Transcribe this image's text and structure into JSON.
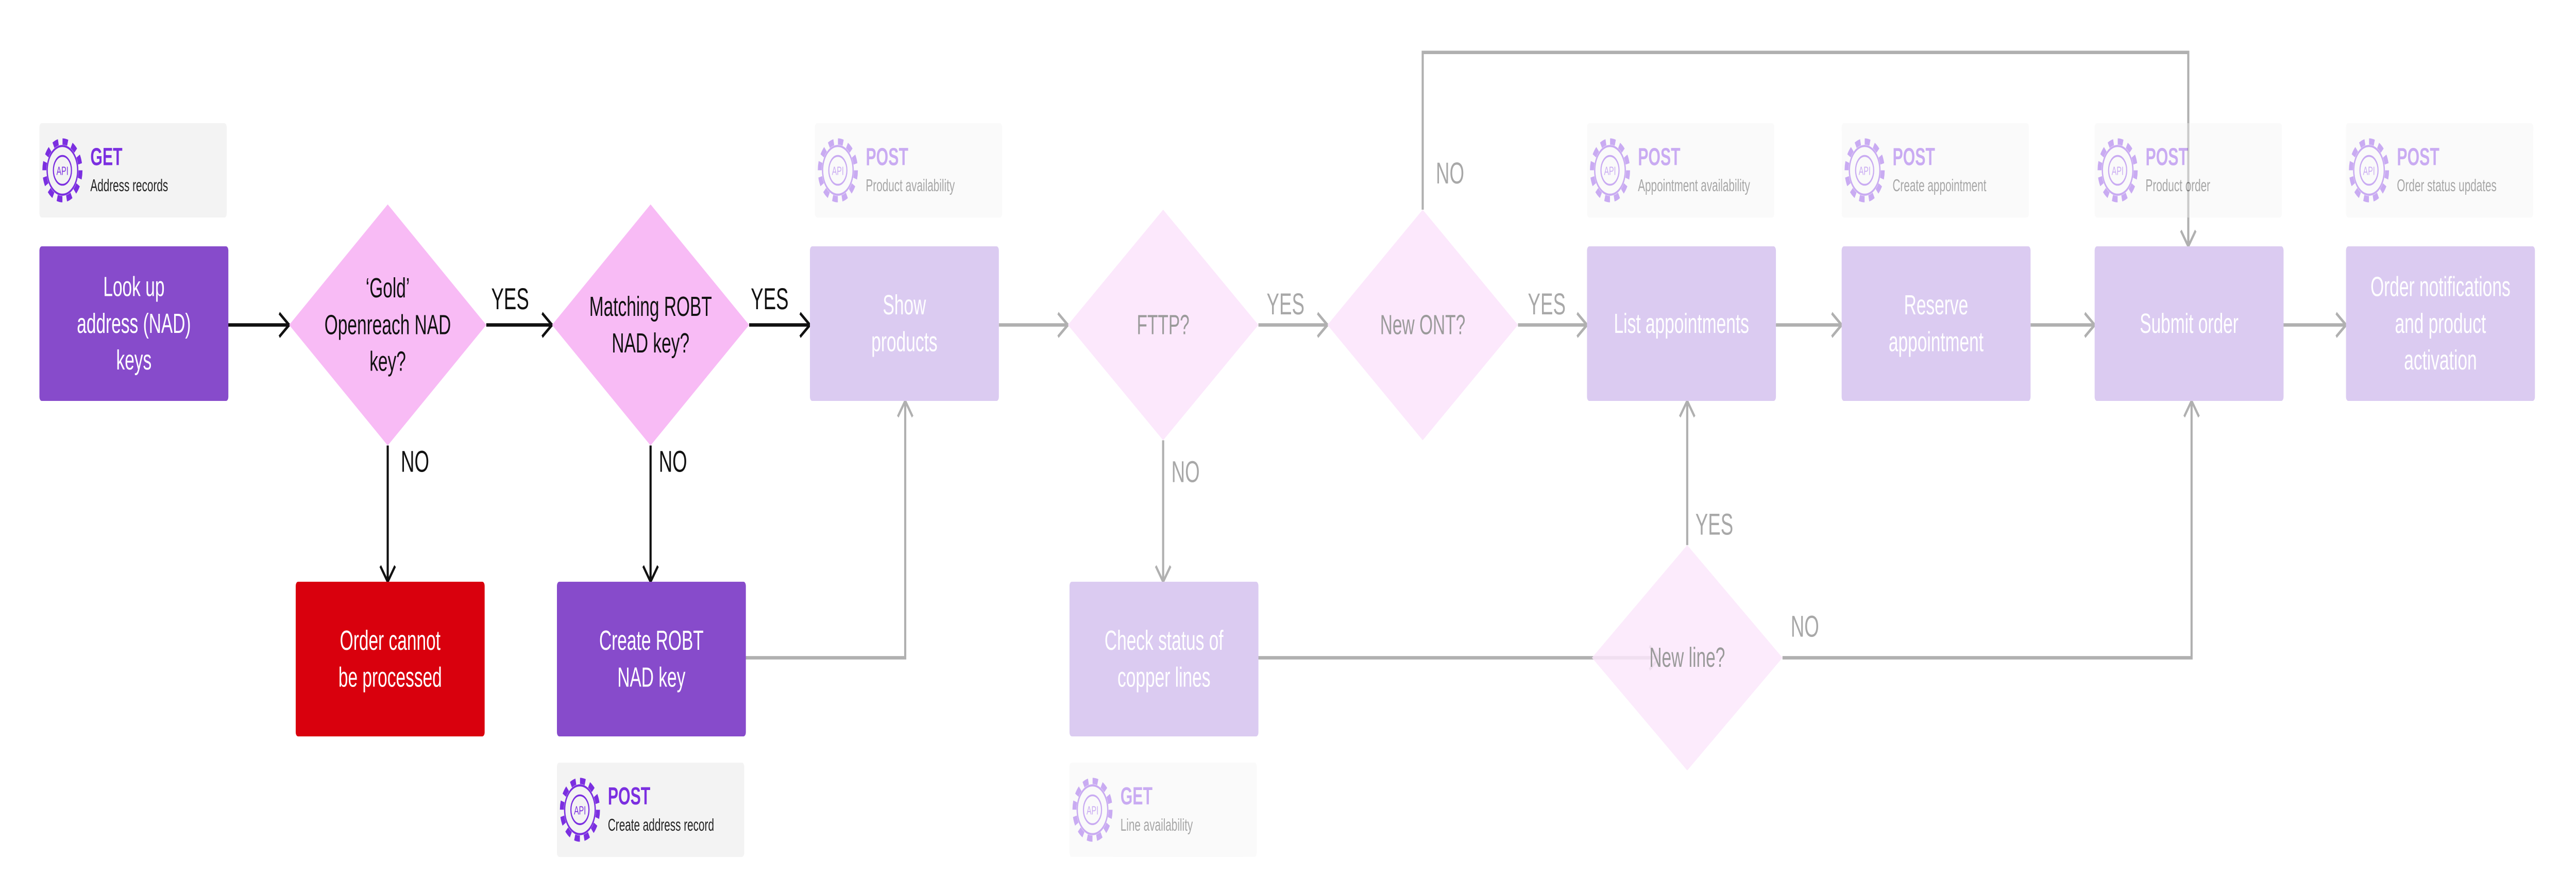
{
  "colors": {
    "primary_box": "#874BCB",
    "error_box": "#D9000D",
    "decision": "#F8BBF5",
    "faded_box": "#DBCBF1",
    "faded_decision": "#FCE8FC",
    "api_method": "#7B2FE0",
    "connector": "#111111",
    "faded_connector": "#B0B0B0"
  },
  "api_icon_label": "API",
  "api_cards": [
    {
      "icon": "api-gear-icon",
      "method": "GET",
      "description": "Address records"
    },
    {
      "icon": "api-gear-icon",
      "method": "POST",
      "description": "Create address record"
    },
    {
      "icon": "api-gear-icon",
      "method": "POST",
      "description": "Product availability"
    },
    {
      "icon": "api-gear-icon",
      "method": "GET",
      "description": "Line availability"
    },
    {
      "icon": "api-gear-icon",
      "method": "POST",
      "description": "Appointment availability"
    },
    {
      "icon": "api-gear-icon",
      "method": "POST",
      "description": "Create appointment"
    },
    {
      "icon": "api-gear-icon",
      "method": "POST",
      "description": "Product order"
    },
    {
      "icon": "api-gear-icon",
      "method": "POST",
      "description": "Order status updates"
    }
  ],
  "steps": {
    "lookup": [
      "Look up",
      "address (NAD)",
      "keys"
    ],
    "cannot": [
      "Order cannot",
      "be processed"
    ],
    "create_robt": [
      "Create ROBT",
      "NAD key"
    ],
    "show_products": [
      "Show",
      "products"
    ],
    "check_copper": [
      "Check status of",
      "copper lines"
    ],
    "list_appointments": [
      "List appointments"
    ],
    "reserve": [
      "Reserve",
      "appointment"
    ],
    "submit": [
      "Submit order"
    ],
    "notifications": [
      "Order notifications",
      "and product",
      "activation"
    ]
  },
  "decisions": {
    "gold": [
      "‘Gold’",
      "Openreach NAD",
      "key?"
    ],
    "matching": [
      "Matching ROBT",
      "NAD key?"
    ],
    "fttp": [
      "FTTP?"
    ],
    "new_ont": [
      "New ONT?"
    ],
    "new_line": [
      "New line?"
    ]
  },
  "edge_labels": {
    "yes": "YES",
    "no": "NO"
  }
}
